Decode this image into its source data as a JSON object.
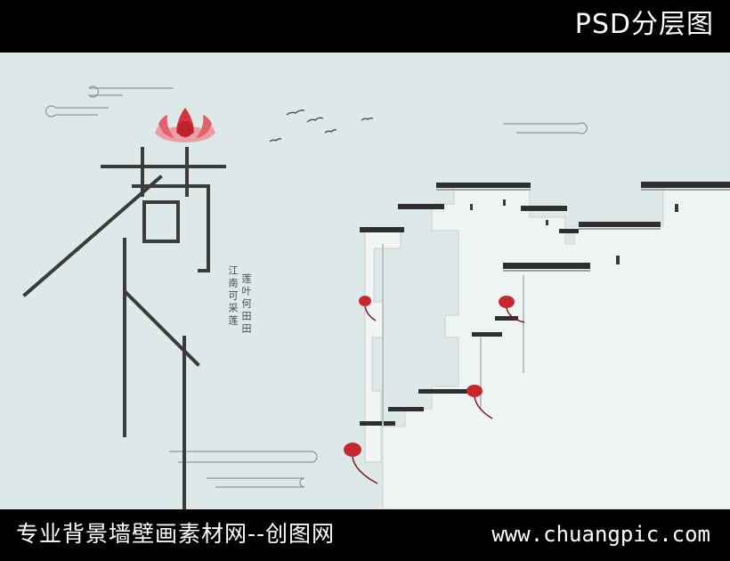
{
  "header": {
    "label": "PSD分层图"
  },
  "artwork": {
    "poem": {
      "line1": "江南可采莲",
      "line2": "莲叶何田田"
    },
    "colors": {
      "background": "#dde9e8",
      "ink": "#2e2e2e",
      "lotus": "#d8323c",
      "lantern": "#c9272f"
    }
  },
  "footer": {
    "site_name": "专业背景墙壁画素材网--创图网",
    "url": "www.chuangpic.com"
  }
}
